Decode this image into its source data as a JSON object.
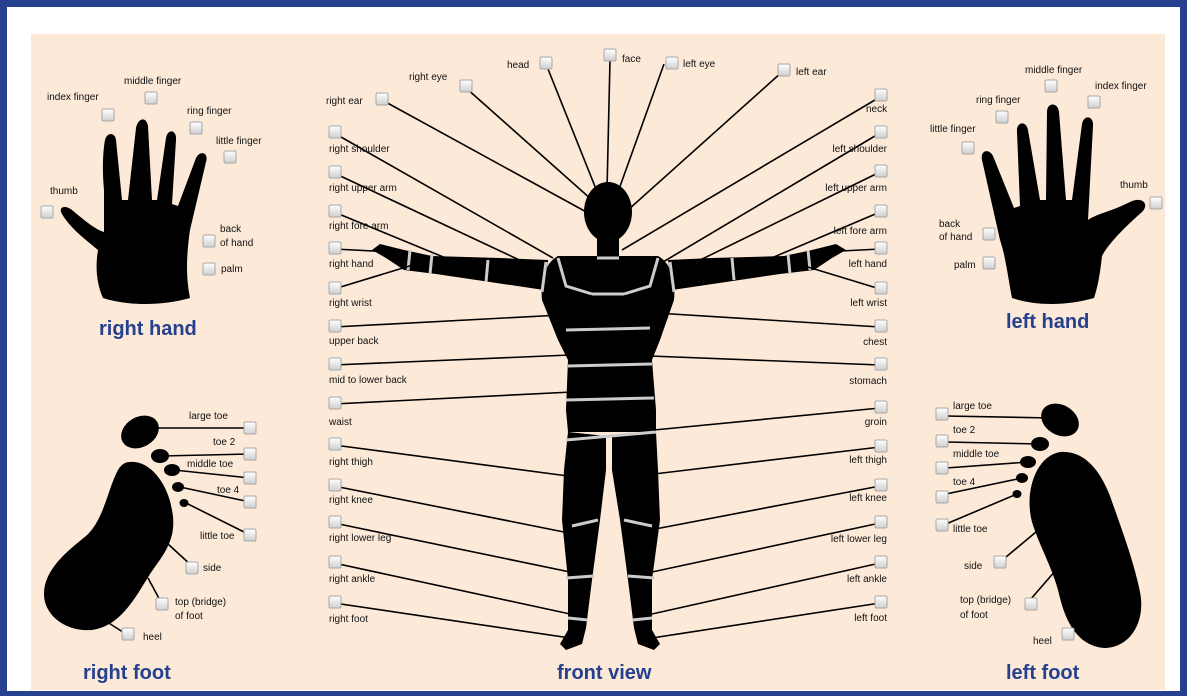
{
  "colors": {
    "frame": "#24408e",
    "panel": "#fce9d8",
    "silhouette": "#000000",
    "seam": "#cccccc",
    "title": "#24408e"
  },
  "titles": {
    "right_hand": "right hand",
    "left_hand": "left hand",
    "right_foot": "right foot",
    "left_foot": "left foot",
    "front_view": "front view"
  },
  "right_hand": {
    "thumb": "thumb",
    "index_finger": "index finger",
    "middle_finger": "middle finger",
    "ring_finger": "ring finger",
    "little_finger": "little finger",
    "back_of_hand_1": "back",
    "back_of_hand_2": "of hand",
    "palm": "palm"
  },
  "left_hand": {
    "middle_finger": "middle finger",
    "ring_finger": "ring finger",
    "index_finger": "index finger",
    "little_finger": "little finger",
    "thumb": "thumb",
    "back_of_hand_1": "back",
    "back_of_hand_2": "of hand",
    "palm": "palm"
  },
  "right_foot": {
    "large_toe": "large toe",
    "toe_2": "toe 2",
    "middle_toe": "middle toe",
    "toe_4": "toe 4",
    "little_toe": "little toe",
    "side": "side",
    "top_bridge_1": "top (bridge)",
    "top_bridge_2": "of foot",
    "heel": "heel"
  },
  "left_foot": {
    "large_toe": "large toe",
    "toe_2": "toe 2",
    "middle_toe": "middle toe",
    "toe_4": "toe 4",
    "little_toe": "little toe",
    "side": "side",
    "top_bridge_1": "top (bridge)",
    "top_bridge_2": "of foot",
    "heel": "heel"
  },
  "body_top": {
    "head": "head",
    "face": "face",
    "right_eye": "right eye",
    "left_eye": "left eye",
    "right_ear": "right ear",
    "left_ear": "left ear",
    "neck": "neck"
  },
  "body_right": {
    "right_shoulder": "right shoulder",
    "right_upper_arm": "right upper arm",
    "right_fore_arm": "right fore arm",
    "right_hand": "right hand",
    "right_wrist": "right wrist",
    "upper_back": "upper back",
    "mid_to_lower_back": "mid to lower back",
    "waist": "waist",
    "right_thigh": "right thigh",
    "right_knee": "right knee",
    "right_lower_leg": "right lower leg",
    "right_ankle": "right ankle",
    "right_foot": "right foot"
  },
  "body_left": {
    "left_shoulder": "left shoulder",
    "left_upper_arm": "left upper arm",
    "left_fore_arm": "left fore arm",
    "left_hand": "left hand",
    "left_wrist": "left wrist",
    "chest": "chest",
    "stomach": "stomach",
    "groin": "groin",
    "left_thigh": "left thigh",
    "left_knee": "left knee",
    "left_lower_leg": "left lower leg",
    "left_ankle": "left ankle",
    "left_foot": "left foot"
  }
}
